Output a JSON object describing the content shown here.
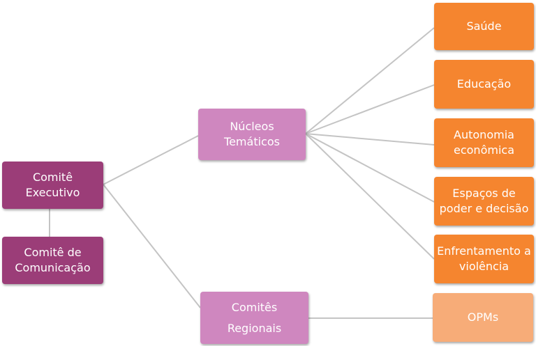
{
  "colors": {
    "executive": "#9b3d78",
    "mid": "#cf87bf",
    "theme": "#f5852f",
    "opm": "#f7ac78",
    "connector": "#c4c4c4"
  },
  "nodes": {
    "comite_executivo": [
      "Comitê",
      "Executivo"
    ],
    "comite_comunicacao": [
      "Comitê de",
      "Comunicação"
    ],
    "nucleos_tematicos": [
      "Núcleos",
      "Temáticos"
    ],
    "comites_regionais": [
      "Comitês",
      "Regionais"
    ],
    "saude": [
      "Saúde"
    ],
    "educacao": [
      "Educação"
    ],
    "autonomia": [
      "Autonomia",
      "econômica"
    ],
    "espacos": [
      "Espaços de",
      "poder e decisão"
    ],
    "enfrentamento": [
      "Enfrentamento a",
      "violência"
    ],
    "opms": [
      "OPMs"
    ]
  }
}
